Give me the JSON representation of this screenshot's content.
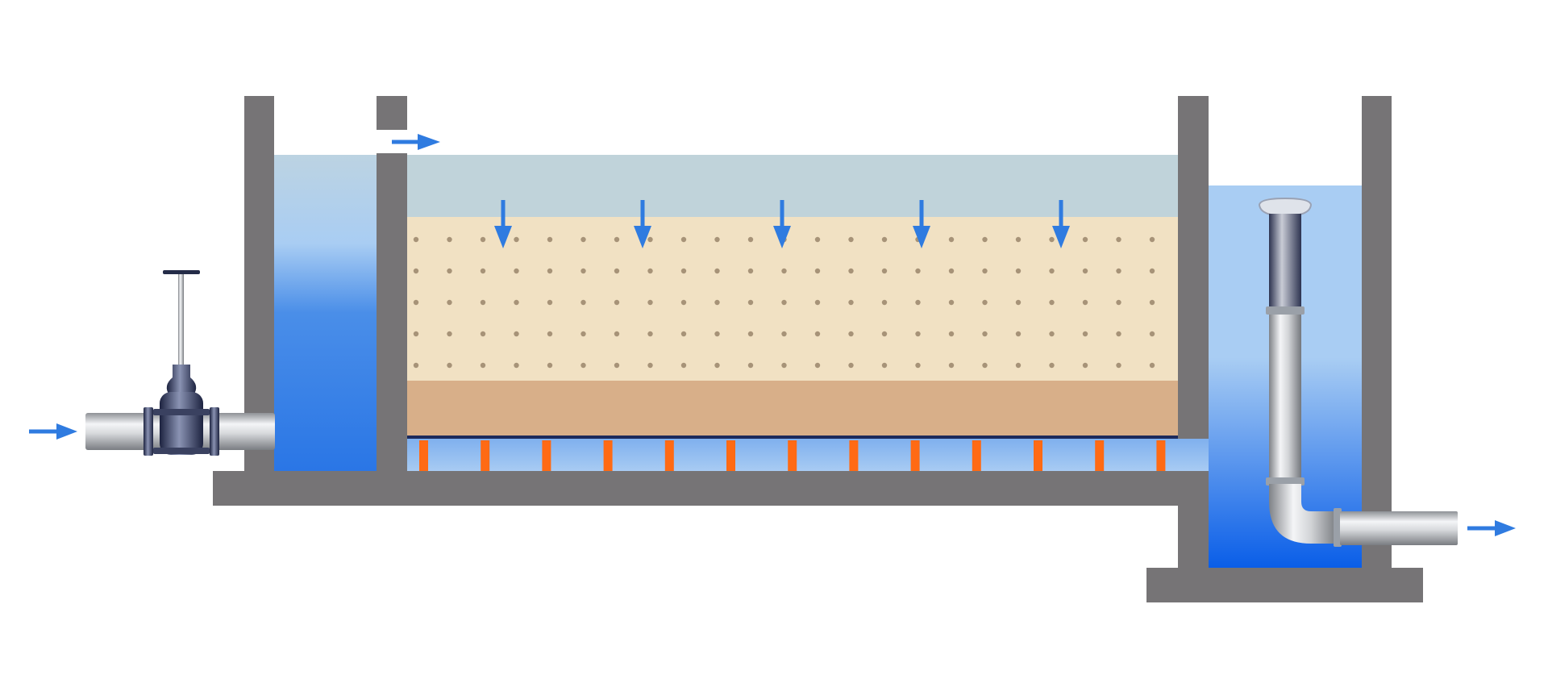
{
  "diagram": {
    "type": "slow sand filter cross-section",
    "components": {
      "inlet_pipe": {
        "icon": "pipe-icon",
        "has_gate_valve": true
      },
      "inlet_chamber": {
        "icon": "water-tank-icon"
      },
      "filter_bed": {
        "layers": [
          "supernatant-water",
          "fine-sand",
          "coarse-gravel",
          "underdrain"
        ],
        "underdrain_nozzle_count": 13,
        "downflow_arrow_count": 5
      },
      "outlet_chamber": {
        "icon": "water-tank-icon",
        "has_elbow_riser_pipe": true
      },
      "outlet_pipe": {
        "icon": "pipe-icon"
      }
    },
    "flow_arrows": [
      "inlet-arrow",
      "overflow-arrow",
      "downflow-arrows",
      "outlet-arrow"
    ]
  },
  "colors": {
    "wall": "#767476",
    "supernatant": "#c0d3da",
    "sand": "#f1e1c3",
    "sand_dots": "#a38f74",
    "gravel": "#d8af89",
    "underdrain_line": "#1c2a5c",
    "nozzle": "#ff6a14",
    "arrow": "#2f7be0",
    "water_light": "#a9cdf3",
    "water_deep": "#1f6fe6",
    "pipe_light": "#f2f3f5",
    "pipe_dark": "#8a8d93",
    "valve_dark": "#242c48"
  }
}
